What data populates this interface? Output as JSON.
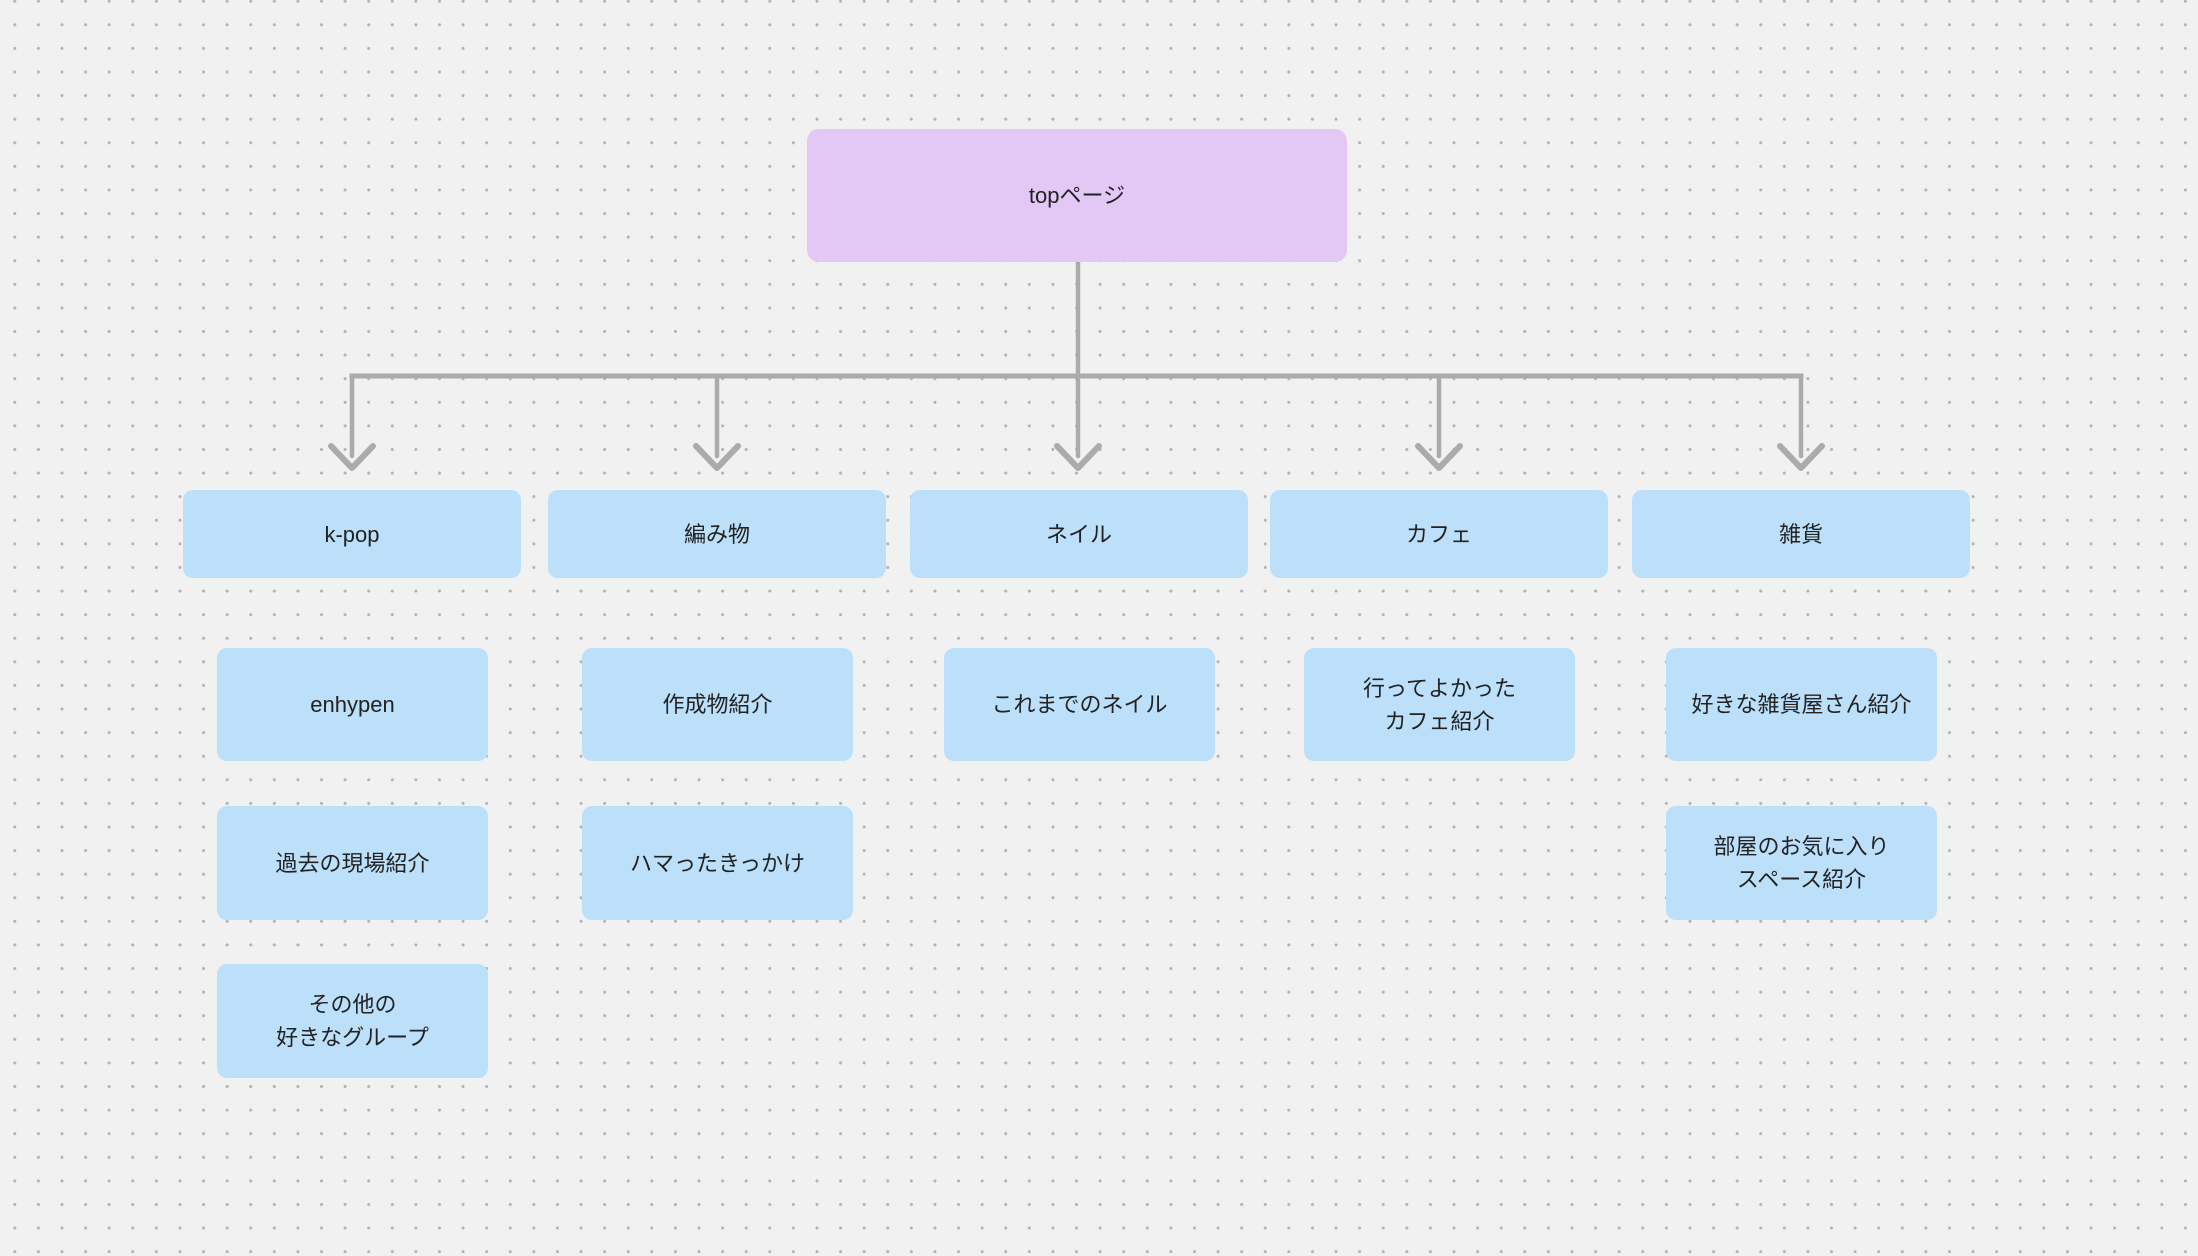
{
  "canvas": {
    "background_color": "#F1F1F2",
    "dot_grid_color": "#B3B3B3",
    "connector_color": "#ABABAB",
    "text_color": "#222222"
  },
  "diagram": {
    "root": {
      "label": "topページ",
      "fill": "#E3C7F4"
    },
    "branch_fill": "#BDE0FA",
    "branches": [
      {
        "label": "k-pop",
        "children": [
          "enhypen",
          "過去の現場紹介",
          "その他の\n好きなグループ"
        ]
      },
      {
        "label": "編み物",
        "children": [
          "作成物紹介",
          "ハマったきっかけ"
        ]
      },
      {
        "label": "ネイル",
        "children": [
          "これまでのネイル"
        ]
      },
      {
        "label": "カフェ",
        "children": [
          "行ってよかった\nカフェ紹介"
        ]
      },
      {
        "label": "雑貨",
        "children": [
          "好きな雑貨屋さん紹介",
          "部屋のお気に入り\nスペース紹介"
        ]
      }
    ]
  }
}
